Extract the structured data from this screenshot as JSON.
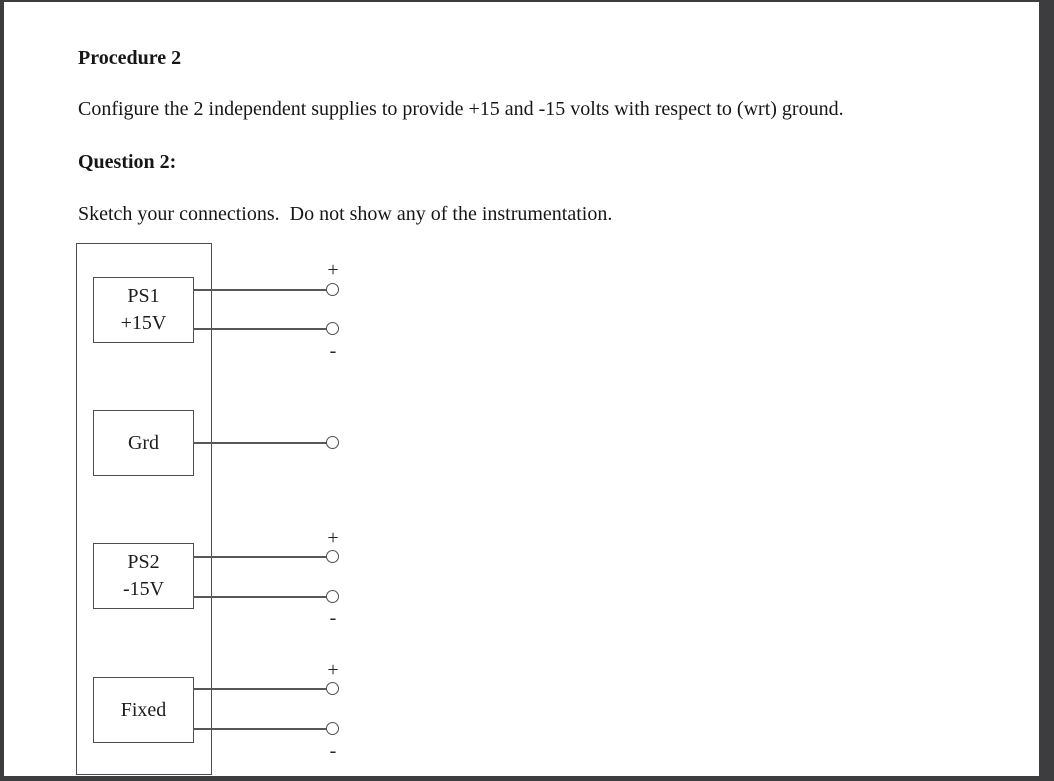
{
  "window": {
    "surround_color": "#3d3d3f",
    "paper_color": "#ffffff"
  },
  "document": {
    "procedure_heading": "Procedure 2",
    "procedure_text": "Configure the 2 independent supplies to provide +15 and -15 volts with respect to (wrt) ground.",
    "question_heading": "Question 2:",
    "question_text": "Sketch your connections.  Do not show any of the instrumentation."
  },
  "diagram": {
    "line_color": "#4d4d4d",
    "supplies": [
      {
        "name": "ps1",
        "label_lines": [
          "PS1",
          "+15V"
        ],
        "terminals": [
          {
            "sign": "+"
          },
          {
            "sign": "-"
          }
        ]
      },
      {
        "name": "grd",
        "label_lines": [
          "Grd"
        ],
        "terminals": [
          {
            "sign": ""
          }
        ]
      },
      {
        "name": "ps2",
        "label_lines": [
          "PS2",
          "-15V"
        ],
        "terminals": [
          {
            "sign": "+"
          },
          {
            "sign": "-"
          }
        ]
      },
      {
        "name": "fixed",
        "label_lines": [
          "Fixed"
        ],
        "terminals": [
          {
            "sign": "+"
          },
          {
            "sign": "-"
          }
        ]
      }
    ]
  }
}
